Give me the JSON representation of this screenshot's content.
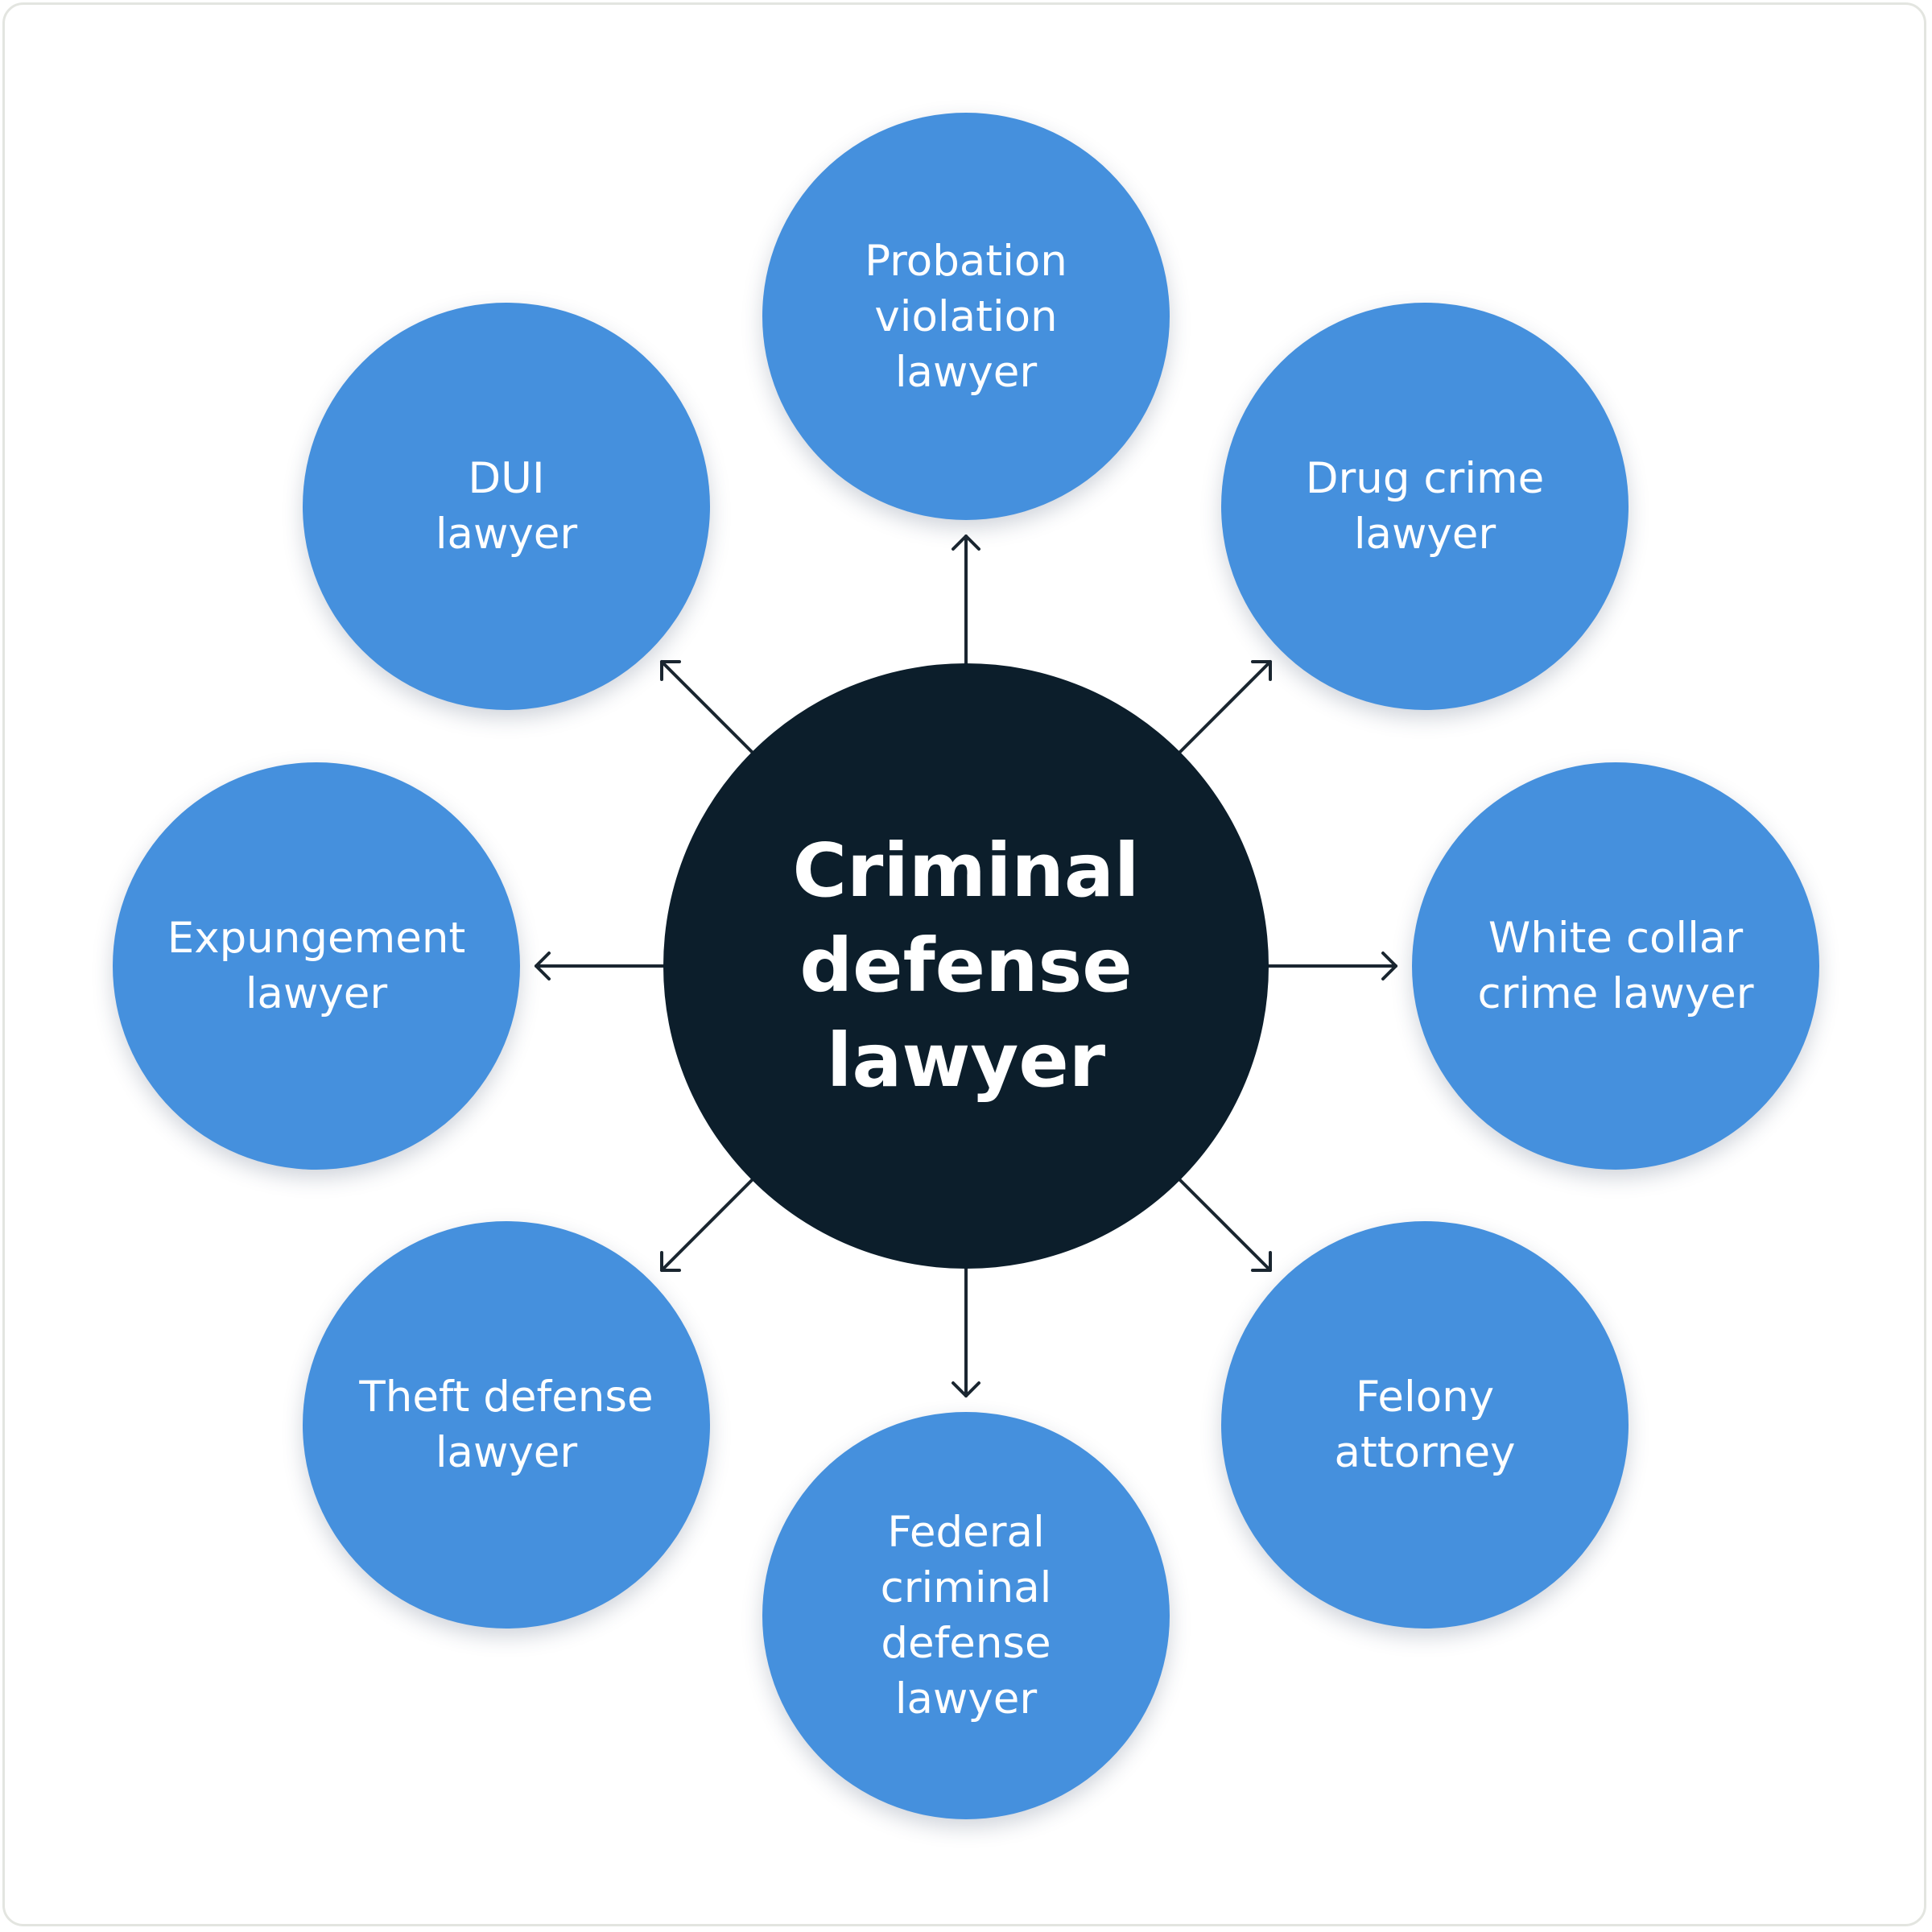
{
  "center": {
    "label": "Criminal\ndefense\nlawyer"
  },
  "nodes": [
    {
      "id": "probation",
      "label": "Probation\nviolation\nlawyer"
    },
    {
      "id": "drug",
      "label": "Drug crime\nlawyer"
    },
    {
      "id": "white-collar",
      "label": "White collar\ncrime lawyer"
    },
    {
      "id": "felony",
      "label": "Felony\nattorney"
    },
    {
      "id": "federal",
      "label": "Federal\ncriminal\ndefense\nlawyer"
    },
    {
      "id": "theft",
      "label": "Theft defense\nlawyer"
    },
    {
      "id": "expungement",
      "label": "Expungement\nlawyer"
    },
    {
      "id": "dui",
      "label": "DUI\nlawyer"
    }
  ],
  "colors": {
    "node_fill": "#4590dd",
    "center_fill": "#0c1e2b",
    "arrow": "#1a2630",
    "border": "#e3e5e0"
  }
}
